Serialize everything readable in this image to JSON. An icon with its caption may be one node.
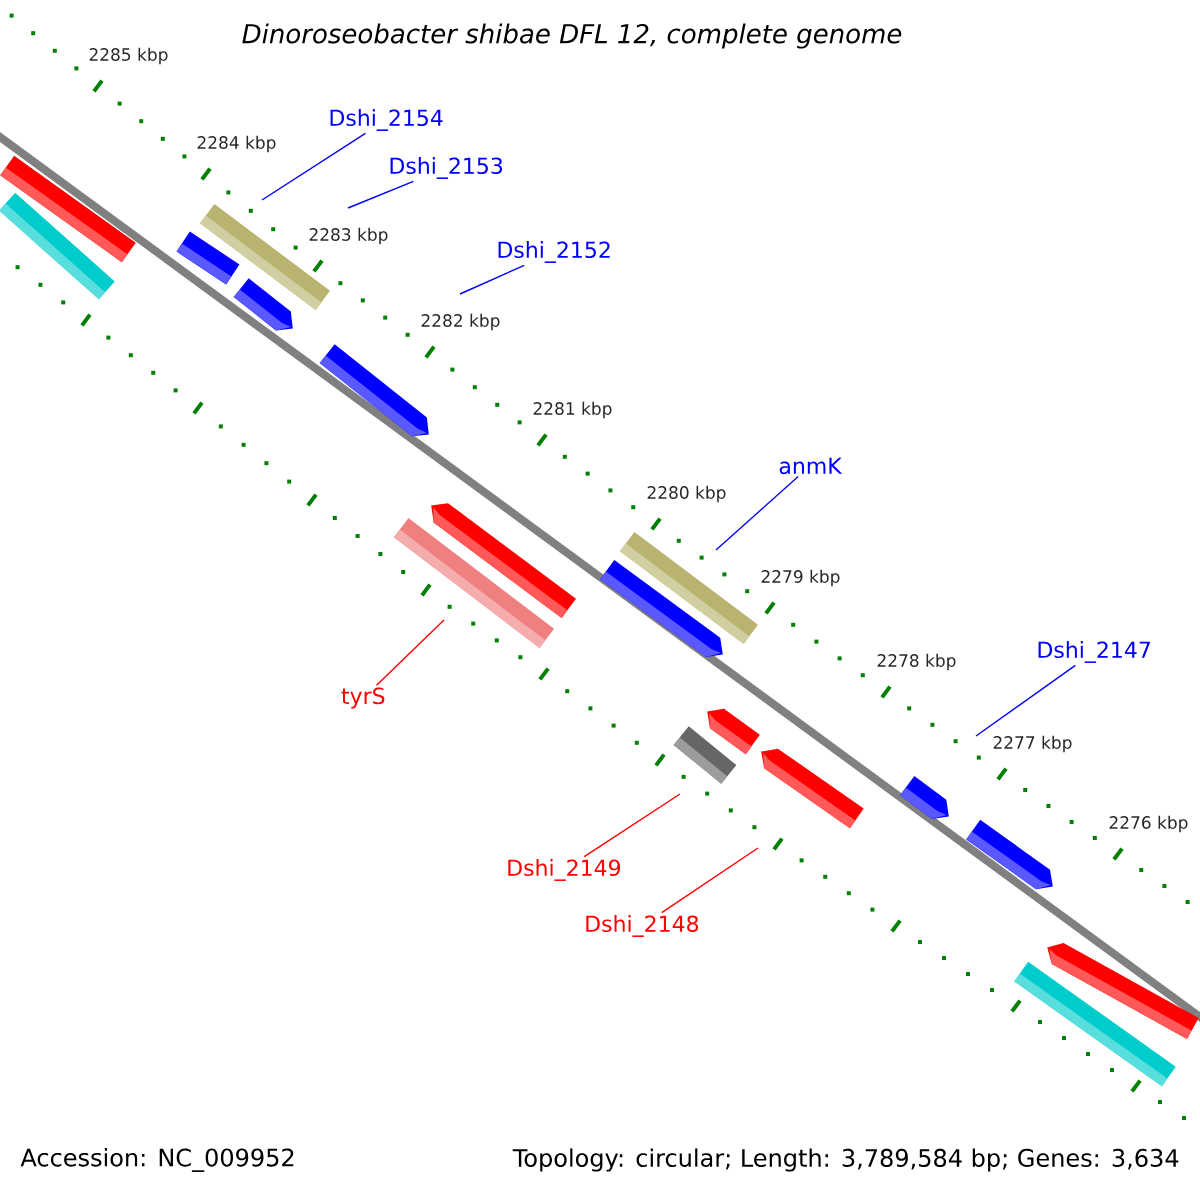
{
  "diagram": {
    "title": "Dinoroseobacter shibae DFL 12, complete genome",
    "nodes": [
      {
        "text": [
          "Dshi_2154"
        ]
      },
      {
        "text": [
          "Dshi_2153"
        ]
      },
      {
        "text": [
          "Dshi_2152"
        ]
      },
      {
        "text": [
          "anmK"
        ]
      },
      {
        "text": [
          "Dshi_2147"
        ]
      },
      {
        "text": [
          "tyrS"
        ]
      },
      {
        "text": [
          "Dshi_2149"
        ]
      },
      {
        "text": [
          "Dshi_2148"
        ]
      }
    ],
    "edges": [
      {
        "from": 0,
        "to": null,
        "arrow": "none"
      },
      {
        "from": 1,
        "to": null,
        "arrow": "none"
      },
      {
        "from": 2,
        "to": null,
        "arrow": "none"
      },
      {
        "from": 3,
        "to": null,
        "arrow": "none"
      },
      {
        "from": 4,
        "to": null,
        "arrow": "none"
      },
      {
        "from": 5,
        "to": null,
        "arrow": "none",
        "color": "#ff0000"
      },
      {
        "from": 6,
        "to": null,
        "arrow": "none",
        "color": "#ff0000"
      },
      {
        "from": 7,
        "to": null,
        "arrow": "none",
        "color": "#ff0000"
      }
    ],
    "labels": [
      "2285 kbp",
      "2284 kbp",
      "2283 kbp",
      "2282 kbp",
      "2281 kbp",
      "2280 kbp",
      "2279 kbp",
      "2278 kbp",
      "2277 kbp",
      "2276 kbp",
      "Accession: NC_009952",
      "Topology: circular; Length: 3,789,584 bp; Genes: 3,634"
    ]
  }
}
